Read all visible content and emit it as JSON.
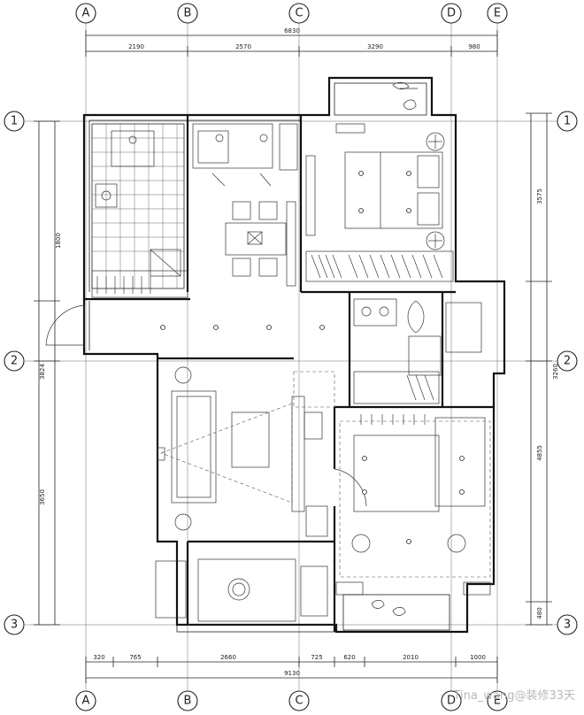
{
  "axes": {
    "columns": [
      "A",
      "B",
      "C",
      "D",
      "E"
    ],
    "rows": [
      "1",
      "2",
      "3"
    ]
  },
  "dimensions": {
    "top_total": "6830",
    "top_segments": [
      "2190",
      "2570",
      "3290",
      "980"
    ],
    "bottom_total": "9130",
    "bottom_segments": [
      "320",
      "765",
      "2660",
      "725",
      "620",
      "2010",
      "1000"
    ],
    "left_segments": [
      "1800",
      "3824",
      "3650"
    ],
    "right_segments": [
      "3575",
      "3260",
      "4855",
      "480"
    ]
  },
  "watermark": "Tina_wang@装修33天"
}
